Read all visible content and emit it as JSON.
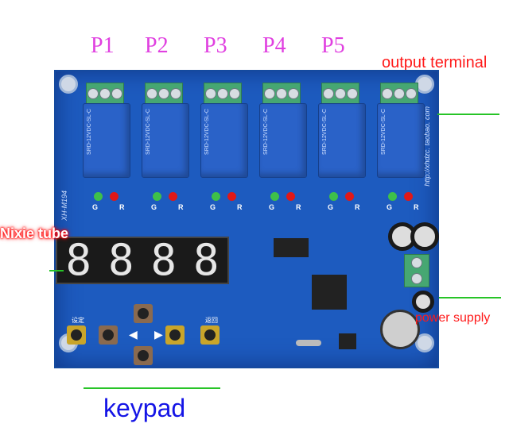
{
  "channels": [
    {
      "label": "P1"
    },
    {
      "label": "P2"
    },
    {
      "label": "P3"
    },
    {
      "label": "P4"
    },
    {
      "label": "P5"
    }
  ],
  "annotations": {
    "output_terminal": "output terminal",
    "nixie_tube": "Nixie tube",
    "power_supply": "power supply",
    "keypad": "keypad"
  },
  "relays": [
    {
      "marking": "SRD-12VDC-SL-C"
    },
    {
      "marking": "SRD-12VDC-SL-C"
    },
    {
      "marking": "SRD-12VDC-SL-C"
    },
    {
      "marking": "SRD-12VDC-SL-C"
    },
    {
      "marking": "SRD-12VDC-SL-C"
    },
    {
      "marking": "SRD-12VDC-SL-C"
    }
  ],
  "led_labels": {
    "green": "G",
    "red": "R"
  },
  "board": {
    "model": "XH-M194",
    "url_print": "http://xhdzc. taobao. com"
  },
  "display": {
    "digits": [
      "8",
      "8",
      "8",
      "8"
    ]
  },
  "keys": {
    "left_label": "设定",
    "right_label": "返回"
  },
  "colors": {
    "channel_label": "#e040e0",
    "annotation_red": "#ff1a1a",
    "keypad_blue": "#1414e6",
    "pointer_line": "#27c427",
    "pcb_blue": "#1d5bbf"
  }
}
